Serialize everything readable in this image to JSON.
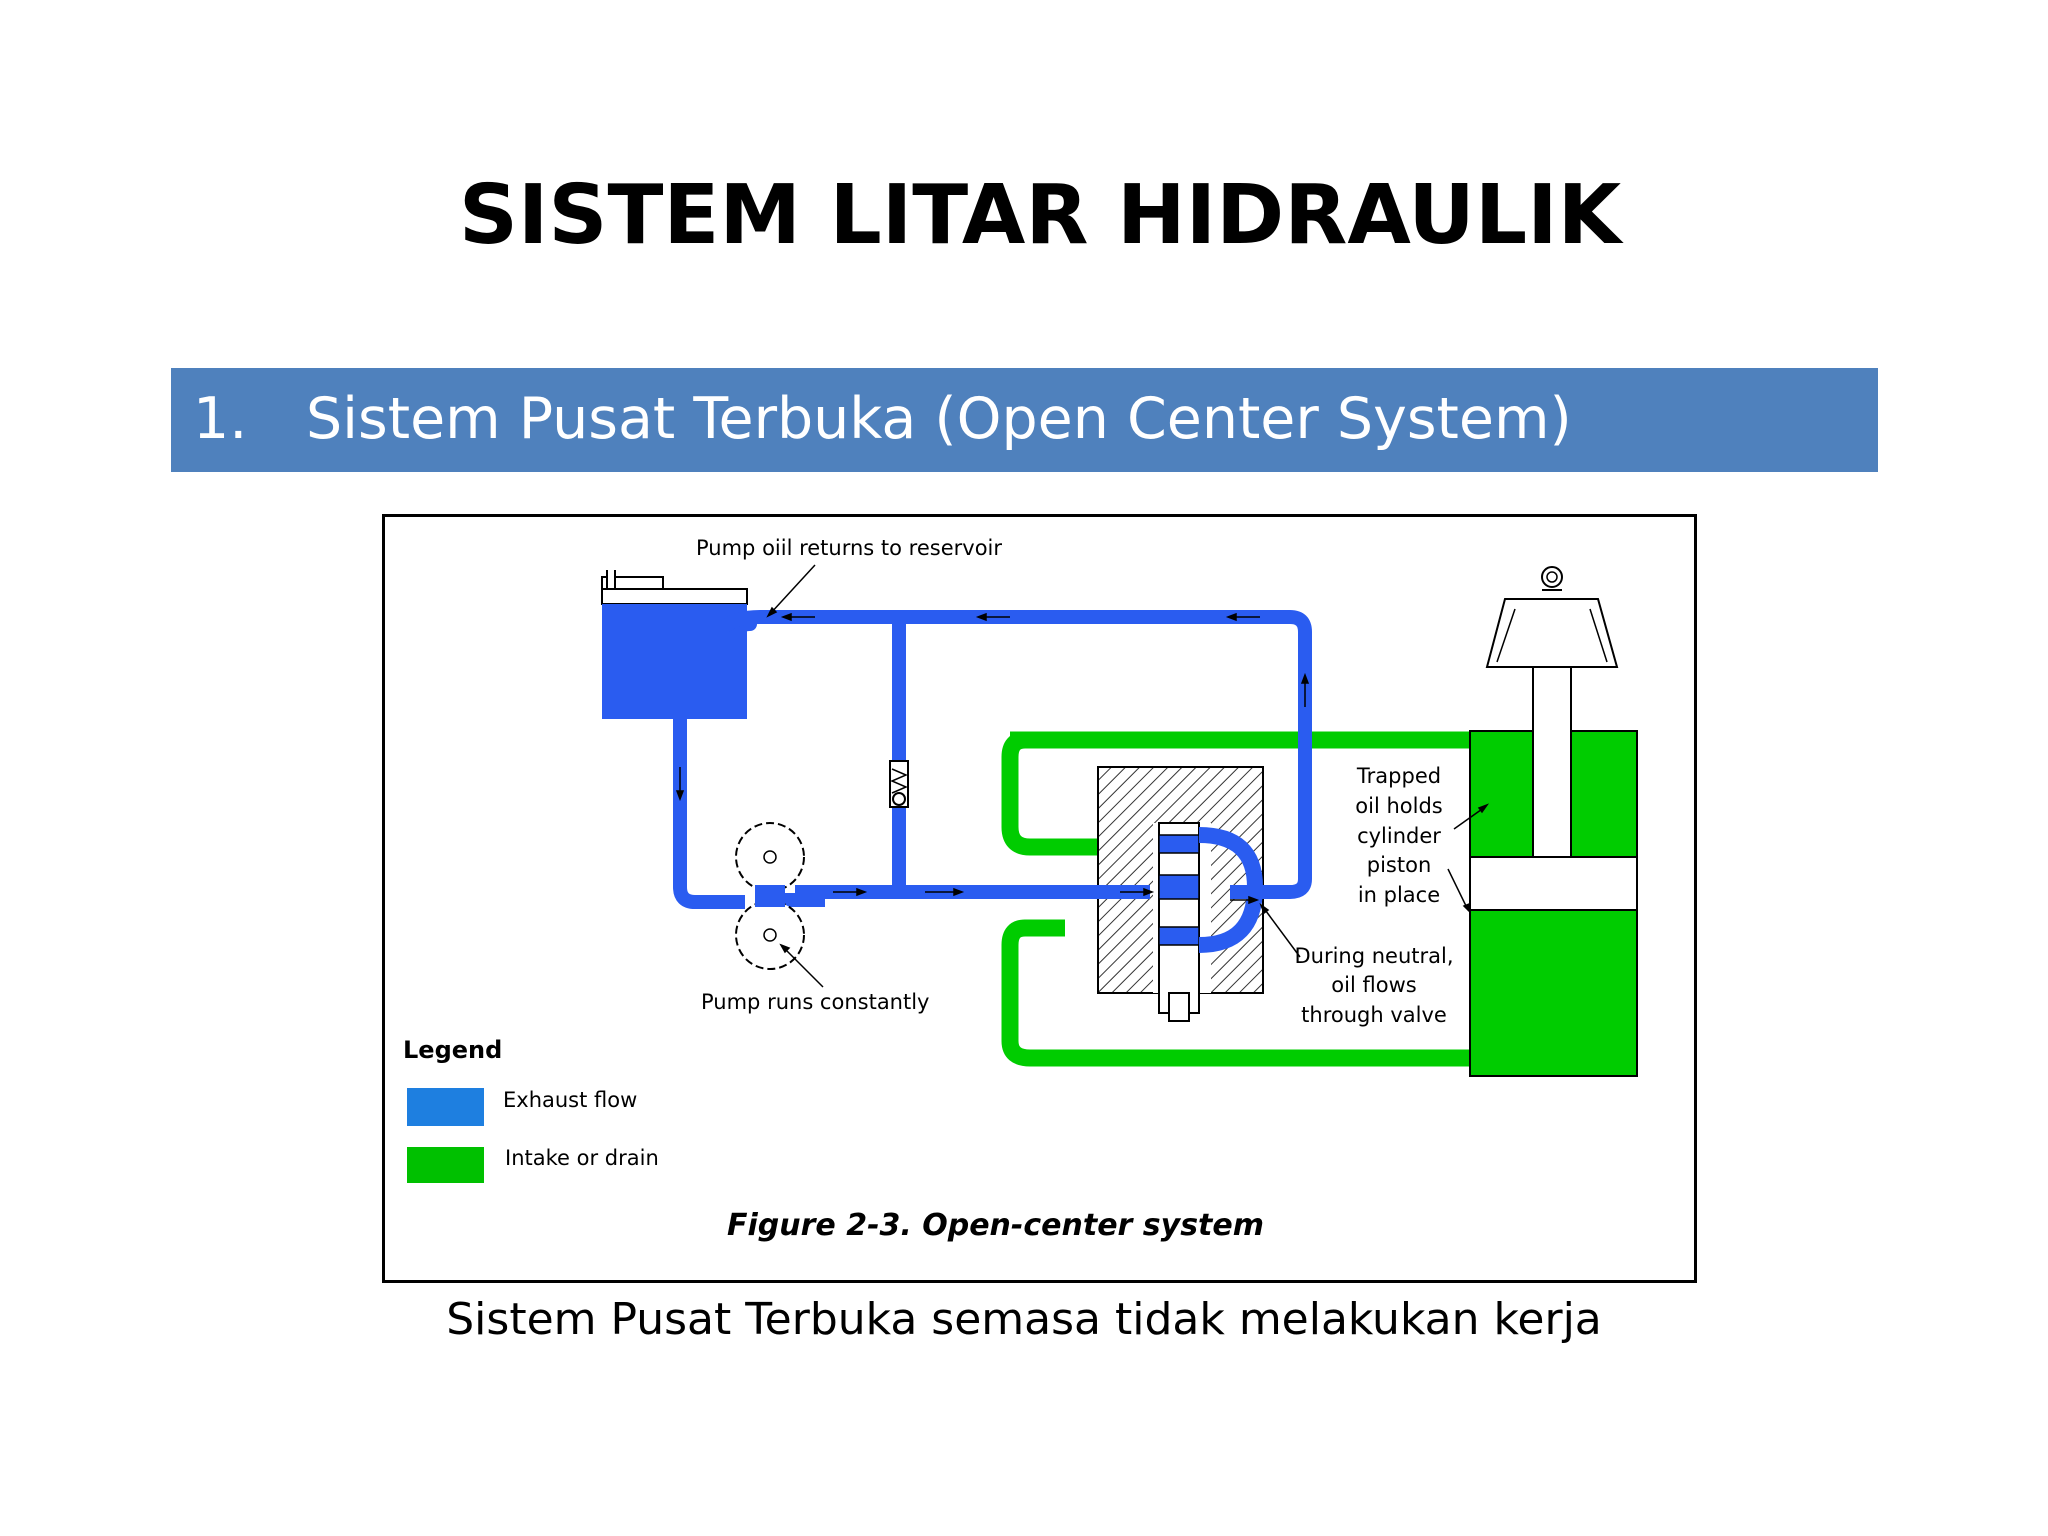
{
  "slide": {
    "title": "SISTEM LITAR HIDRAULIK",
    "section_number": "1.",
    "section_title": "Sistem Pusat Terbuka (Open Center System)",
    "caption": "Sistem Pusat Terbuka semasa tidak melakukan kerja"
  },
  "diagram": {
    "labels": {
      "pump_return": "Pump oiil returns to reservoir",
      "pump_runs": "Pump runs constantly",
      "trapped_1": "Trapped",
      "trapped_2": "oil holds",
      "trapped_3": "cylinder",
      "trapped_4": "piston",
      "trapped_5": "in place",
      "neutral_1": "During neutral,",
      "neutral_2": "oil flows",
      "neutral_3": "through valve"
    },
    "legend": {
      "title": "Legend",
      "items": [
        {
          "label": "Exhaust flow",
          "color": "#1e7fe0"
        },
        {
          "label": "Intake or drain",
          "color": "#00c000"
        }
      ]
    },
    "figure_caption": "Figure 2-3. Open-center system",
    "colors": {
      "blue_line": "#2a5cf0",
      "green_line": "#00cc00",
      "background": "#ffffff"
    }
  }
}
